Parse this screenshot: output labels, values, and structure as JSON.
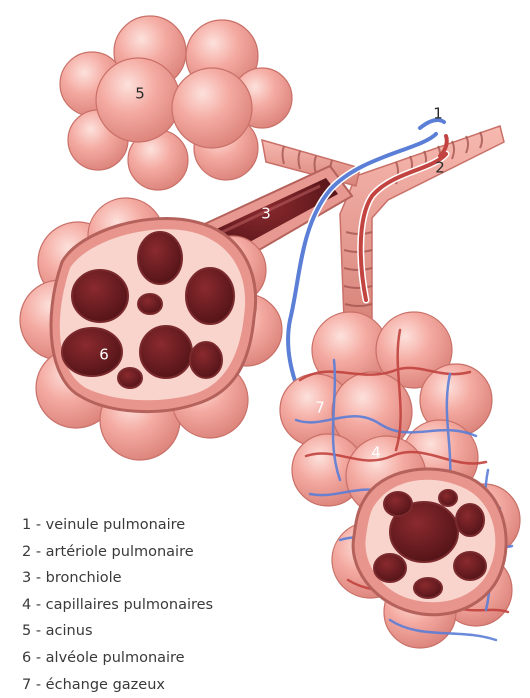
{
  "diagram": {
    "callouts": {
      "c1": "1",
      "c2": "2",
      "c3": "3",
      "c4": "4",
      "c5": "5",
      "c6": "6",
      "c7": "7"
    },
    "legend": [
      "1 - veinule pulmonaire",
      "2 - artériole pulmonaire",
      "3 - bronchiole",
      "4 - capillaires pulmonaires",
      "5 - acinus",
      "6 - alvéole pulmonaire",
      "7 - échange gazeux"
    ],
    "colors": {
      "tissue": "#f3a39a",
      "tissue_dark": "#d97d76",
      "lumen": "#6a1e22",
      "vein": "#5b7ed6",
      "artery": "#c2433f",
      "text": "#3a3a3a"
    }
  }
}
